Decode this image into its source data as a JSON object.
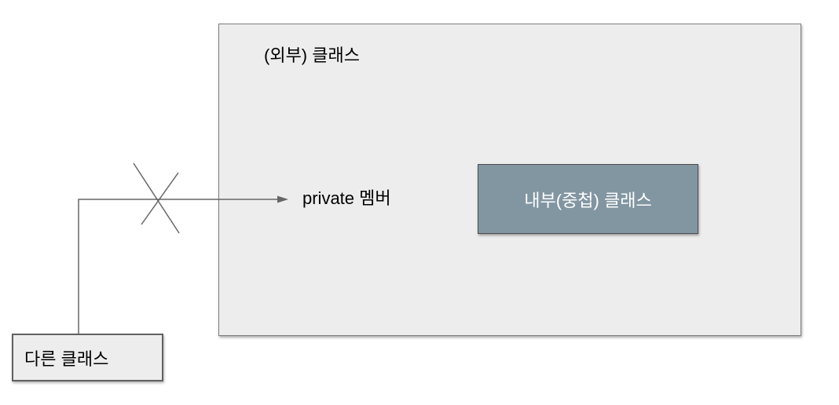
{
  "diagram": {
    "outer_class": {
      "label": "(외부) 클래스"
    },
    "inner_class": {
      "label": "내부(중첩) 클래스"
    },
    "private_member": {
      "label": "private 멤버"
    },
    "other_class": {
      "label": "다른 클래스"
    },
    "colors": {
      "canvas_bg": "#ffffff",
      "outer_class_fill": "#ededed",
      "outer_class_border": "#7f7f7f",
      "inner_class_fill": "#8296a2",
      "inner_class_border": "#4d4d4d",
      "inner_class_text": "#ffffff",
      "other_class_fill": "#ededed",
      "other_class_border": "#616161",
      "connector_line": "#666666",
      "label_text": "#000000"
    }
  }
}
